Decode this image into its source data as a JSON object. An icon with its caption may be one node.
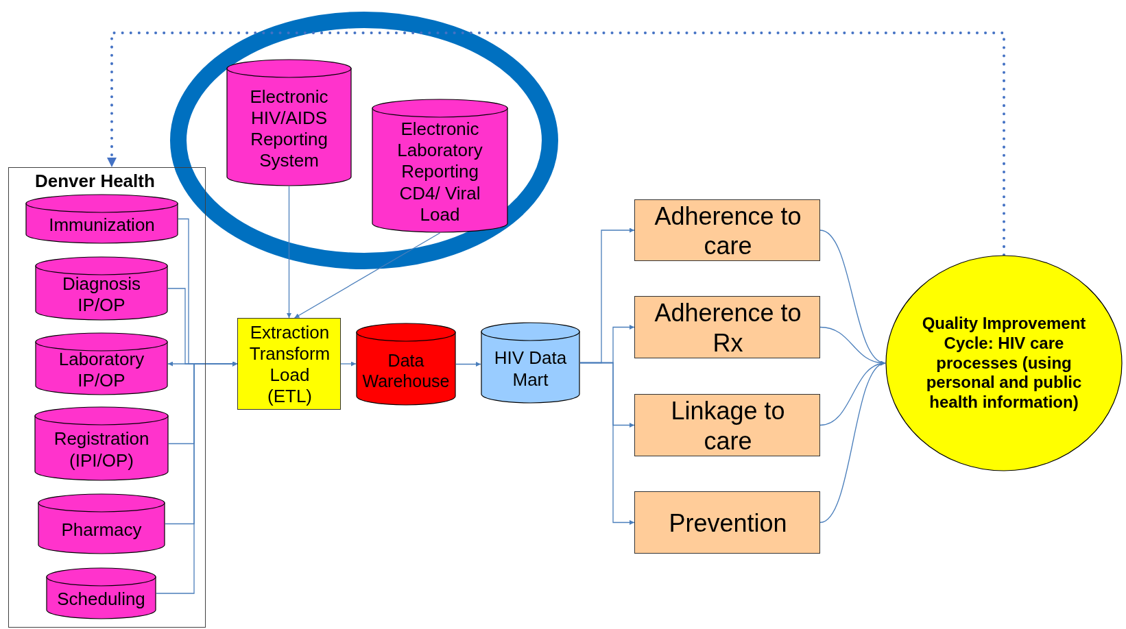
{
  "diagram": {
    "nodes": [
      {
        "text": [
          "Denver Health"
        ]
      },
      {
        "text": [
          "Immunization"
        ],
        "in": 0
      },
      {
        "text": [
          "Diagnosis IP/OP"
        ],
        "in": 0
      },
      {
        "text": [
          "Laboratory IP/OP"
        ],
        "in": 0
      },
      {
        "text": [
          "Registration (IPI/OP)"
        ],
        "in": 0
      },
      {
        "text": [
          "Pharmacy"
        ],
        "in": 0
      },
      {
        "text": [
          "Scheduling"
        ],
        "in": 0
      },
      {
        "text": [
          "Electronic HIV/AIDS Reporting System"
        ]
      },
      {
        "text": [
          "Electronic Laboratory Reporting CD4/ Viral Load"
        ]
      },
      {
        "text": [
          "Extraction Transform Load (ETL)"
        ]
      },
      {
        "text": [
          "Data Warehouse"
        ]
      },
      {
        "text": [
          "HIV Data Mart"
        ]
      },
      {
        "text": [
          "Adherence to care"
        ]
      },
      {
        "text": [
          "Adherence to Rx"
        ]
      },
      {
        "text": [
          "Linkage to care"
        ]
      },
      {
        "text": [
          "Prevention"
        ]
      },
      {
        "text": [
          "Quality Improvement Cycle: HIV care processes (using personal and public health information)"
        ]
      }
    ],
    "edges": [
      {
        "from": 1,
        "to": 9,
        "arrow": "to"
      },
      {
        "from": 2,
        "to": 9,
        "arrow": "to"
      },
      {
        "from": 3,
        "to": 9,
        "arrow": "both"
      },
      {
        "from": 4,
        "to": 9,
        "arrow": "to"
      },
      {
        "from": 5,
        "to": 9,
        "arrow": "to"
      },
      {
        "from": 6,
        "to": 9,
        "arrow": "to"
      },
      {
        "from": 7,
        "to": 9,
        "arrow": "to"
      },
      {
        "from": 8,
        "to": 9,
        "arrow": "to"
      },
      {
        "from": 9,
        "to": 10,
        "arrow": "to"
      },
      {
        "from": 10,
        "to": 11,
        "arrow": "to"
      },
      {
        "from": 11,
        "to": 12,
        "arrow": "to"
      },
      {
        "from": 11,
        "to": 13,
        "arrow": "to"
      },
      {
        "from": 11,
        "to": 14,
        "arrow": "to"
      },
      {
        "from": 11,
        "to": 15,
        "arrow": "to"
      },
      {
        "from": 12,
        "to": 16,
        "arrow": "to"
      },
      {
        "from": 13,
        "to": 16,
        "arrow": "to"
      },
      {
        "from": 14,
        "to": 16,
        "arrow": "to"
      },
      {
        "from": 15,
        "to": 16,
        "arrow": "to"
      },
      {
        "from": 16,
        "to": 0,
        "arrow": "to",
        "style": "dashed"
      }
    ]
  }
}
